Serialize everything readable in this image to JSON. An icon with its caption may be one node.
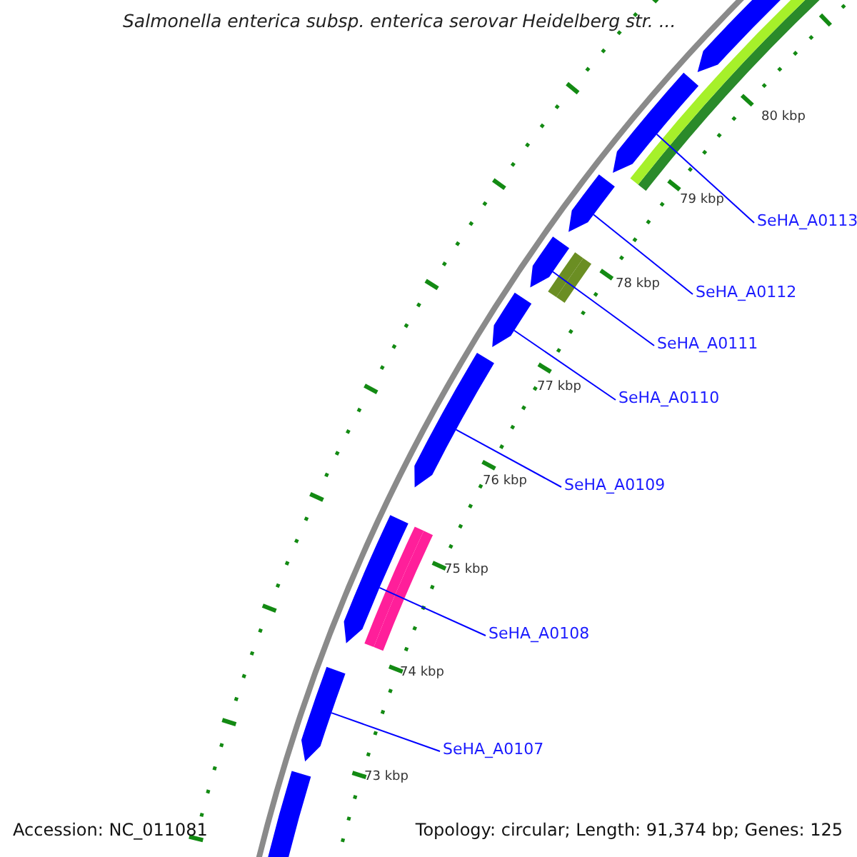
{
  "diagram": {
    "title": "Salmonella enterica subsp. enterica serovar Heidelberg str. ...",
    "nodes": [
      {
        "text": [
          "SeHA_A0113"
        ]
      },
      {
        "text": [
          "SeHA_A0112"
        ]
      },
      {
        "text": [
          "SeHA_A0111"
        ]
      },
      {
        "text": [
          "SeHA_A0110"
        ]
      },
      {
        "text": [
          "SeHA_A0109"
        ]
      },
      {
        "text": [
          "SeHA_A0108"
        ]
      },
      {
        "text": [
          "SeHA_A0107"
        ]
      },
      {
        "text": [],
        "shape": "bar"
      },
      {
        "text": [],
        "shape": "bar"
      },
      {
        "text": [],
        "shape": "bar"
      },
      {
        "text": [],
        "shape": "bar"
      },
      {
        "text": [],
        "shape": "bar"
      },
      {
        "text": [],
        "shape": "bar"
      },
      {
        "text": [],
        "shape": "bar"
      },
      {
        "text": [],
        "shape": "bar"
      },
      {
        "text": [],
        "shape": "bar"
      },
      {
        "text": [],
        "shape": "bar"
      },
      {
        "text": [],
        "shape": "bar"
      },
      {
        "text": [],
        "shape": "bar"
      }
    ],
    "edges": [
      {
        "from": 0,
        "to": 8,
        "arrow": "none"
      },
      {
        "from": 1,
        "to": 9,
        "arrow": "none"
      },
      {
        "from": 2,
        "to": 10,
        "arrow": "none"
      },
      {
        "from": 3,
        "to": 11,
        "arrow": "none"
      },
      {
        "from": 4,
        "to": 12,
        "arrow": "none"
      },
      {
        "from": 5,
        "to": 13,
        "arrow": "none"
      },
      {
        "from": 6,
        "to": 14,
        "arrow": "none"
      }
    ],
    "labels": [
      "80 kbp",
      "79 kbp",
      "78 kbp",
      "77 kbp",
      "76 kbp",
      "75 kbp",
      "74 kbp",
      "73 kbp",
      "Accession: NC_011081",
      "Topology: circular; Length: 91,374 bp; Genes: 125"
    ]
  }
}
